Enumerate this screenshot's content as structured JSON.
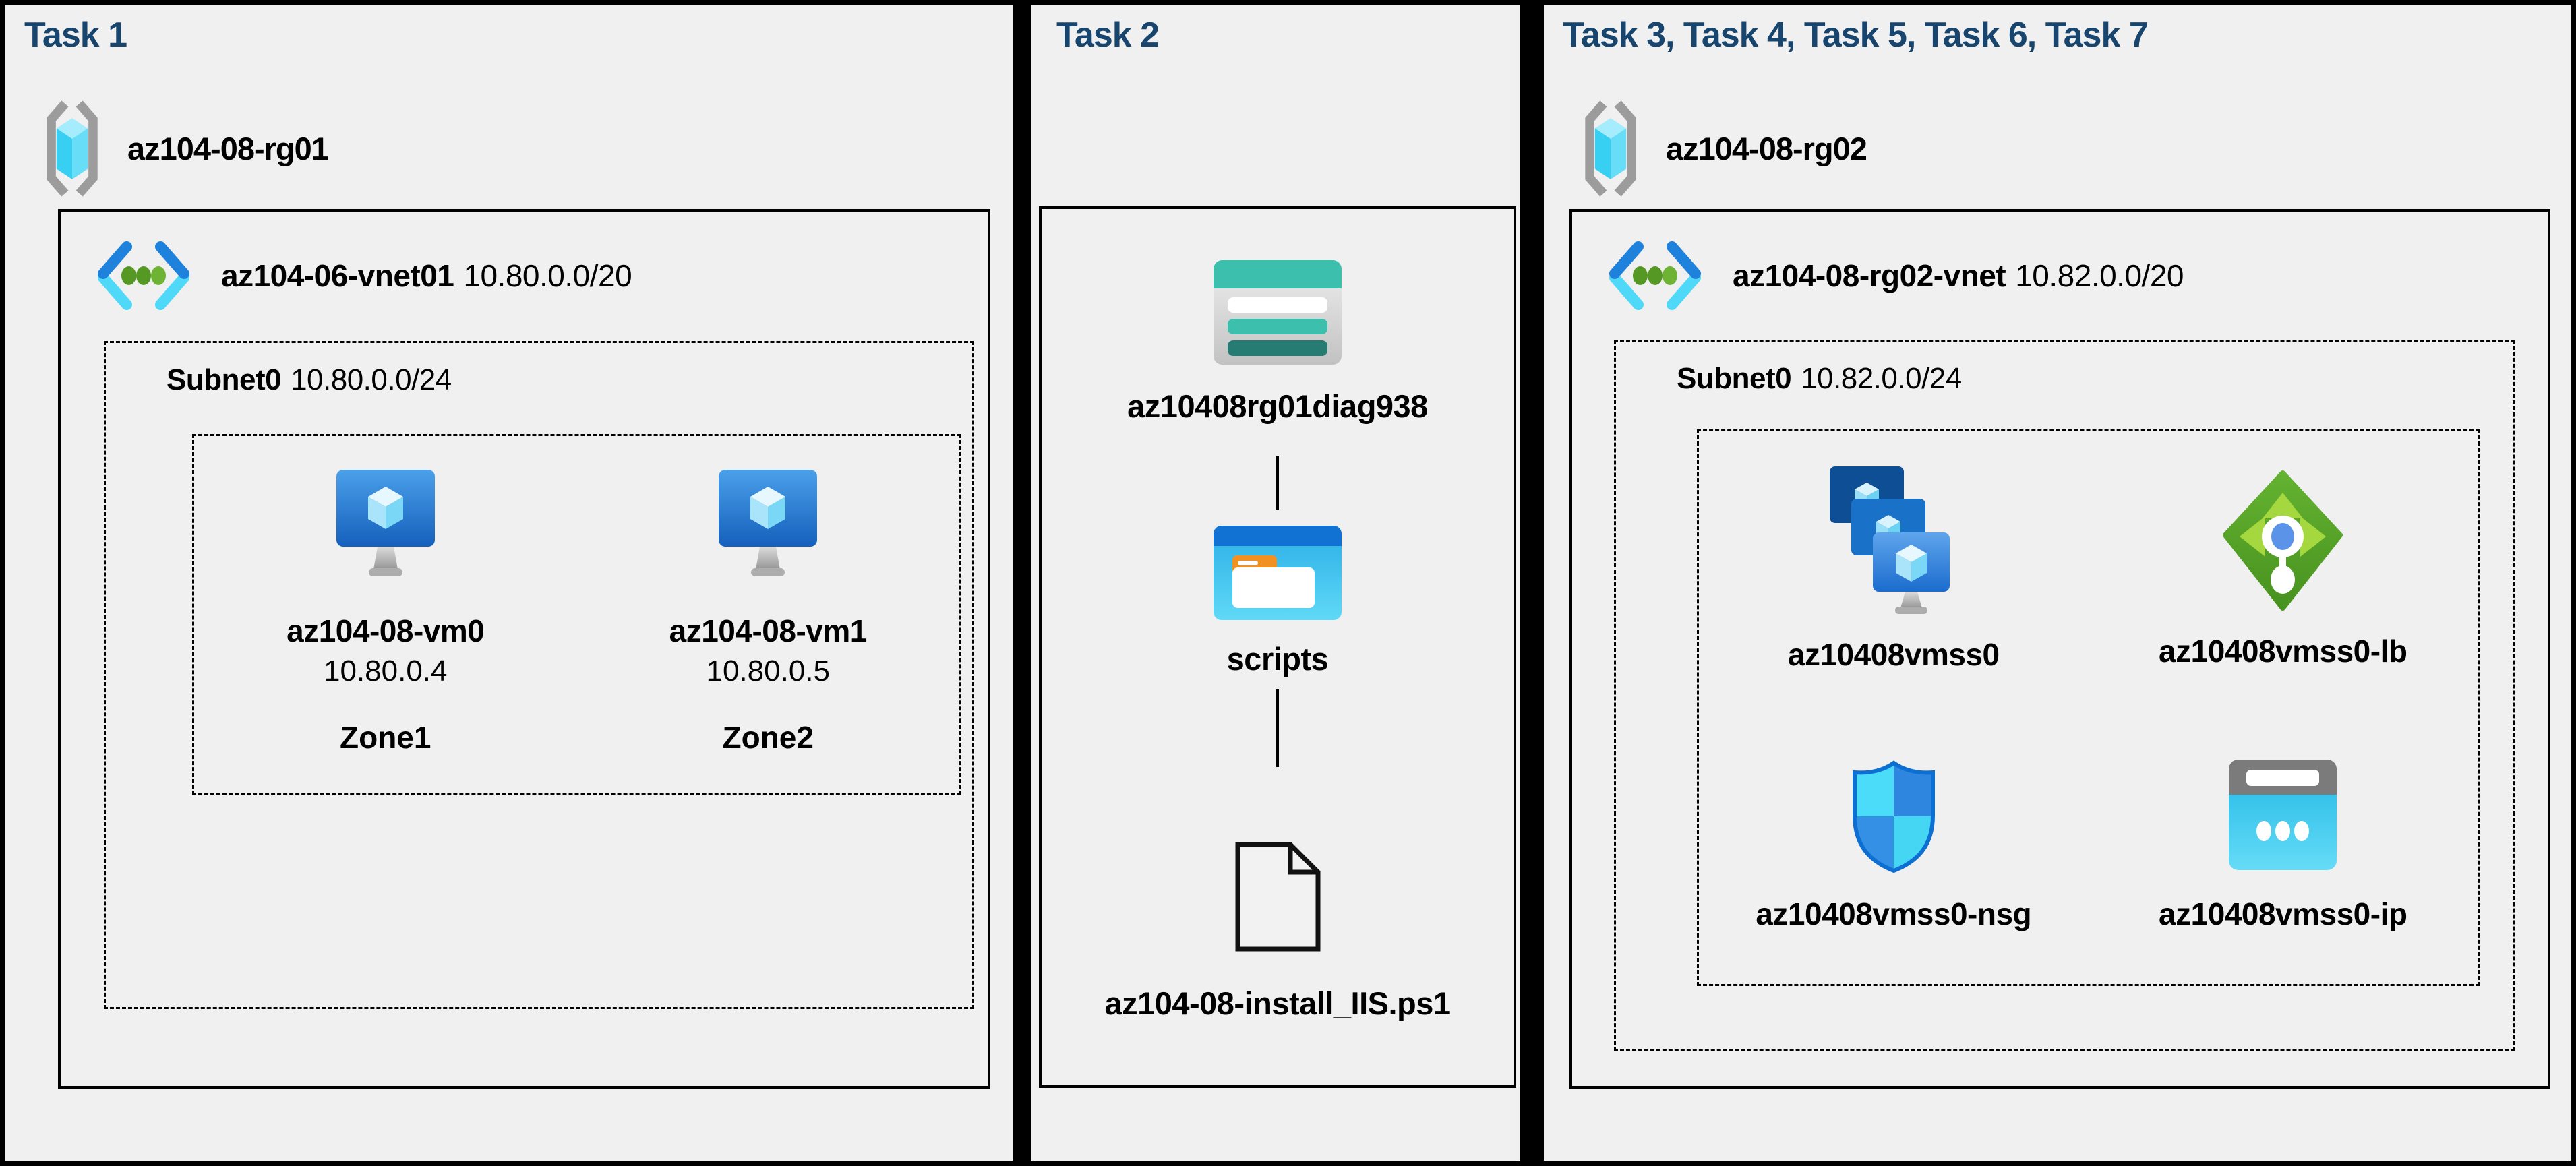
{
  "colors": {
    "background": "#000000",
    "panel_background": "#f0f0f0",
    "task_title_navy": "#17456d",
    "border_black": "#000000",
    "storage_teal": "#3cbfad",
    "storage_dark_teal": "#267c72",
    "azure_blue": "#1b6cce",
    "azure_cyan": "#4fd8f8",
    "lb_green": "#55a12c",
    "lb_arrow_green": "#a4d83e"
  },
  "panel1": {
    "title": "Task 1",
    "resource_group": "az104-08-rg01",
    "vnet_name": "az104-06-vnet01",
    "vnet_cidr": "10.80.0.0/20",
    "subnet_name": "Subnet0",
    "subnet_cidr": "10.80.0.0/24",
    "vms": [
      {
        "name": "az104-08-vm0",
        "ip": "10.80.0.4",
        "zone": "Zone1"
      },
      {
        "name": "az104-08-vm1",
        "ip": "10.80.0.5",
        "zone": "Zone2"
      }
    ]
  },
  "panel2": {
    "title": "Task 2",
    "storage_account": "az10408rg01diag938",
    "container": "scripts",
    "script_file": "az104-08-install_IIS.ps1"
  },
  "panel3": {
    "title": "Task 3, Task 4, Task 5, Task 6, Task 7",
    "resource_group": "az104-08-rg02",
    "vnet_name": "az104-08-rg02-vnet",
    "vnet_cidr": "10.82.0.0/20",
    "subnet_name": "Subnet0",
    "subnet_cidr": "10.82.0.0/24",
    "resources": [
      {
        "name": "az10408vmss0",
        "icon": "vm-scale-set-icon"
      },
      {
        "name": "az10408vmss0-lb",
        "icon": "load-balancer-icon"
      },
      {
        "name": "az10408vmss0-nsg",
        "icon": "network-security-group-icon"
      },
      {
        "name": "az10408vmss0-ip",
        "icon": "public-ip-icon"
      }
    ]
  }
}
